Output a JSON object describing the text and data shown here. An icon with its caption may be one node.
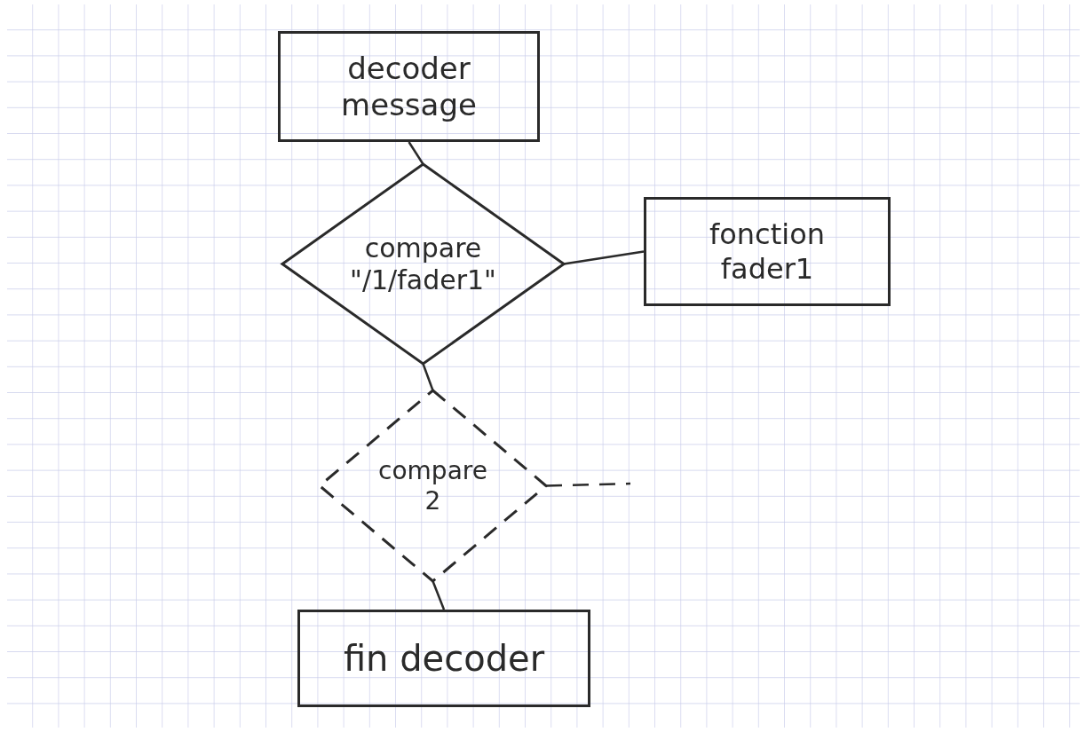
{
  "diagram": {
    "nodes": [
      {
        "text": [
          "decoder message"
        ]
      },
      {
        "text": [
          "compare \"/1/fader1\""
        ]
      },
      {
        "text": [
          "fonction fader1"
        ]
      },
      {
        "text": [
          "compare 2"
        ]
      },
      {
        "text": [
          "fin decoder"
        ]
      }
    ],
    "edges": [
      {
        "from": 0,
        "to": 1,
        "arrow": "none"
      },
      {
        "from": 1,
        "to": 2,
        "arrow": "none"
      },
      {
        "from": 1,
        "to": 3,
        "arrow": "none"
      },
      {
        "from": 3,
        "to": null,
        "arrow": "none",
        "style": "dashed"
      },
      {
        "from": 3,
        "to": 4,
        "arrow": "none"
      }
    ]
  }
}
